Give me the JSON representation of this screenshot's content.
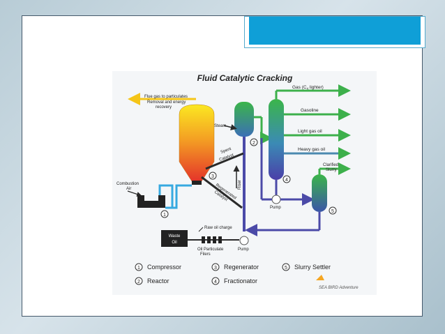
{
  "diagram": {
    "title": "Fluid Catalytic Cracking",
    "labels": {
      "flue_gas": "Flue gas to particulates",
      "removal": "Removal and energy",
      "recovery": "recovery",
      "steam": "Steam",
      "spent1": "Spent",
      "spent2": "Catalyst",
      "regen1": "Regenerated",
      "regen2": "Catalyst",
      "riser": "Riser",
      "combustion": "Combustion",
      "air": "Air",
      "raw_oil": "Raw oil charge",
      "waste1": "Waste",
      "waste2": "Oil",
      "filters1": "Oil Particulate",
      "filters2": "Filers",
      "pump": "Pump",
      "gasoline": "Gasoline",
      "light_gas_oil": "Light gas oil",
      "heavy_gas_oil": "Heavy gas oil",
      "clarified1": "Clarified",
      "clarified2": "Slurry"
    },
    "gas_label": {
      "prefix": "Gas (C",
      "sub": "4",
      "suffix": " lighter)"
    },
    "markers": {
      "m1": "1",
      "m2": "2",
      "m3": "3",
      "m4": "4",
      "m5": "5"
    },
    "legend": [
      {
        "num": "1",
        "label": "Compressor"
      },
      {
        "num": "3",
        "label": "Regenerator"
      },
      {
        "num": "5",
        "label": "Slurry Settler"
      },
      {
        "num": "2",
        "label": "Reactor"
      },
      {
        "num": "4",
        "label": "Fractionator"
      }
    ],
    "logo_text": "SEA BIRD Adventure",
    "colors": {
      "green": "#3db04b",
      "purple": "#4b4aa8",
      "cyan": "#36a9e0",
      "yellow": "#f5c518",
      "dark": "#2a2a2a"
    }
  }
}
